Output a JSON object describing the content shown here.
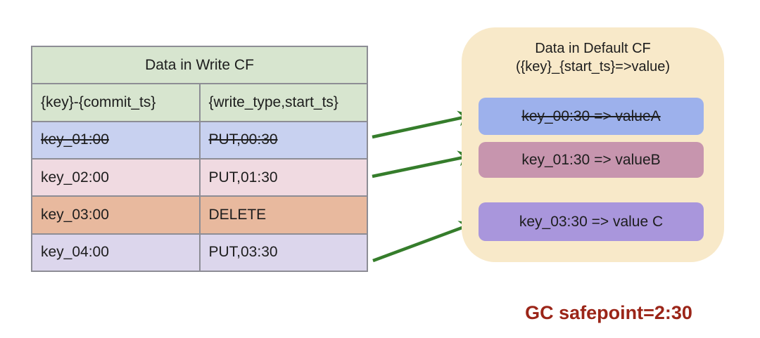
{
  "write_cf_table": {
    "title": "Data in Write CF",
    "columns": [
      "{key}-{commit_ts}",
      "{write_type,start_ts}"
    ],
    "header_bg": "#d7e5cf",
    "border_color": "#8d8d95",
    "rows": [
      {
        "key": "key_01:00",
        "value": "PUT,00:30",
        "struck": true,
        "bg": "#c8d1f0"
      },
      {
        "key": "key_02:00",
        "value": "PUT,01:30",
        "struck": false,
        "bg": "#f0dae1"
      },
      {
        "key": "key_03:00",
        "value": "DELETE",
        "struck": false,
        "bg": "#e8b99e"
      },
      {
        "key": "key_04:00",
        "value": "PUT,03:30",
        "struck": false,
        "bg": "#dcd6ec"
      }
    ]
  },
  "default_cf_box": {
    "title_line1": "Data in Default CF",
    "title_line2": "({key}_{start_ts}=>value)",
    "bg": "#f8e9c9",
    "entries": [
      {
        "text": "key_00:30 => valueA",
        "struck": true,
        "bg": "#9db1ec"
      },
      {
        "text": "key_01:30 => valueB",
        "struck": false,
        "bg": "#c795ae"
      },
      {
        "text": "key_03:30 => value C",
        "struck": false,
        "bg": "#a996dc"
      }
    ]
  },
  "arrows": {
    "color": "#357d2b",
    "links": [
      {
        "from": "key_01:00",
        "to": "key_00:30 => valueA"
      },
      {
        "from": "key_02:00",
        "to": "key_01:30 => valueB"
      },
      {
        "from": "key_04:00",
        "to": "key_03:30 => value C"
      }
    ]
  },
  "gc_note": {
    "text": "GC safepoint=2:30",
    "color": "#9b2518"
  }
}
